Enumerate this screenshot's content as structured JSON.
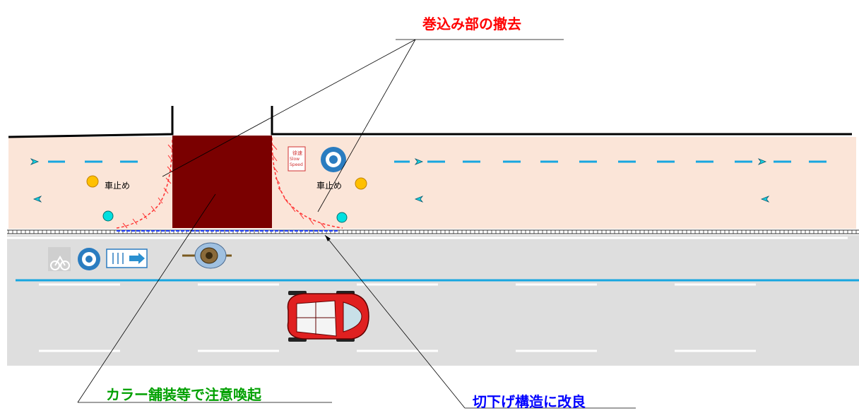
{
  "title": "巻込み部の撤去",
  "annotations": {
    "color_paving": "カラー舗装等で注意喚起",
    "curb_improvement": "切下げ構造に改良"
  },
  "labels": {
    "bollard_left": "車止め",
    "bollard_right": "車止め"
  },
  "signs": {
    "slow_kanji": "徐速",
    "slow_en_1": "Slow",
    "slow_en_2": "Speed"
  },
  "colors": {
    "title": "#ff0000",
    "color_paving": "#00a000",
    "curb_improvement": "#0000ff",
    "sidewalk": "#fbe5d8",
    "driveway": "#7a0000",
    "road": "#dedede",
    "cyan_line": "#17a6e0",
    "car": "#e02020",
    "bollard": "#ffc000",
    "marker": "#00e0e0"
  },
  "icons": [
    "bollard-icon",
    "marker-icon",
    "bicycle-icon",
    "bike-logo-icon",
    "direction-sign-icon",
    "cyclist-icon",
    "car-icon",
    "slow-sign-icon",
    "arrow-icon"
  ]
}
